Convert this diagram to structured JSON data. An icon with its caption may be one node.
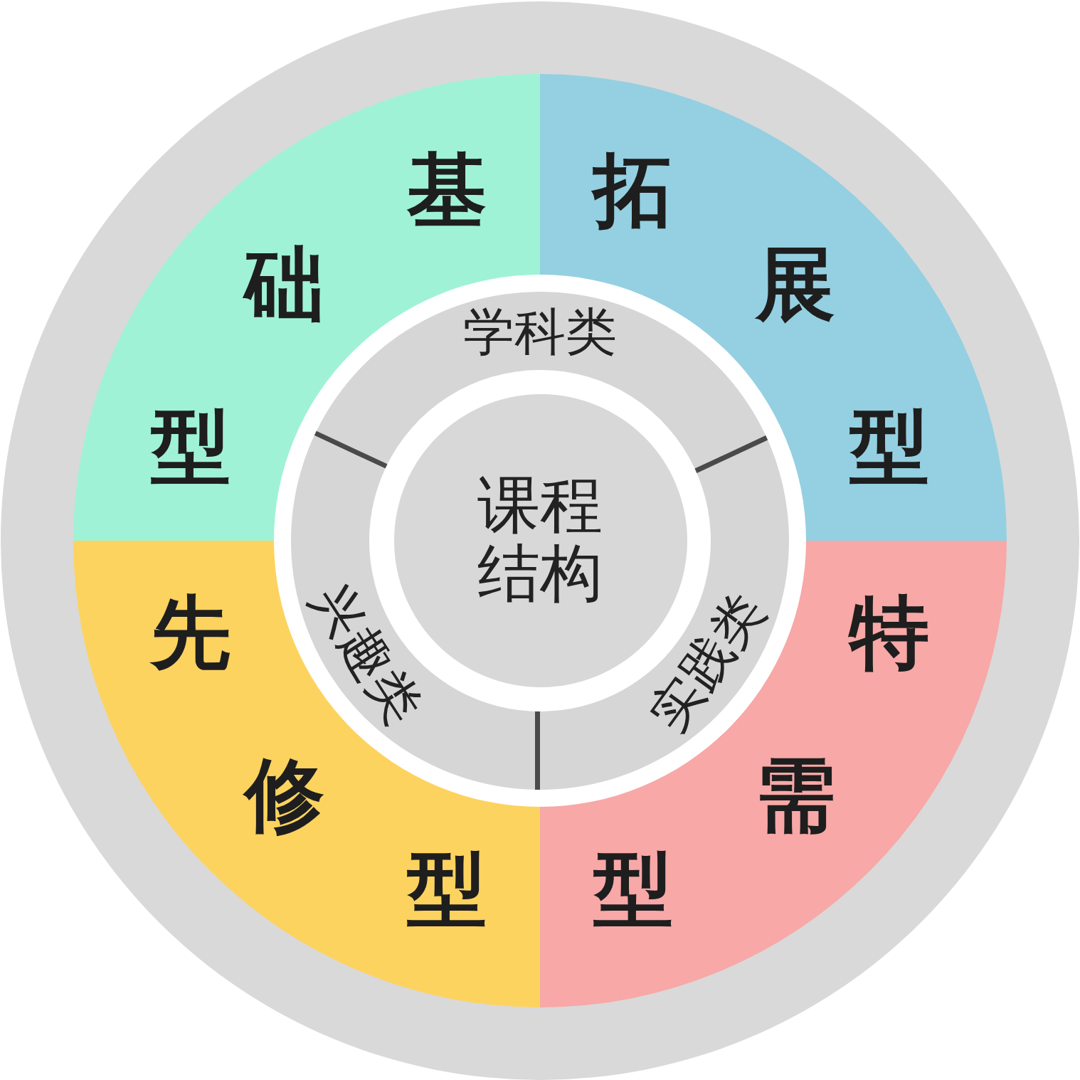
{
  "diagram": {
    "nodes": [
      {
        "text": [
          "基础型"
        ]
      },
      {
        "text": [
          "拓展型"
        ]
      },
      {
        "text": [
          "学科类"
        ]
      },
      {
        "text": [
          "课程结构"
        ]
      },
      {
        "text": [
          "兴趣类"
        ]
      },
      {
        "text": [
          "实践类"
        ]
      },
      {
        "text": [
          "先修型"
        ]
      },
      {
        "text": [
          "特需型"
        ]
      }
    ]
  }
}
